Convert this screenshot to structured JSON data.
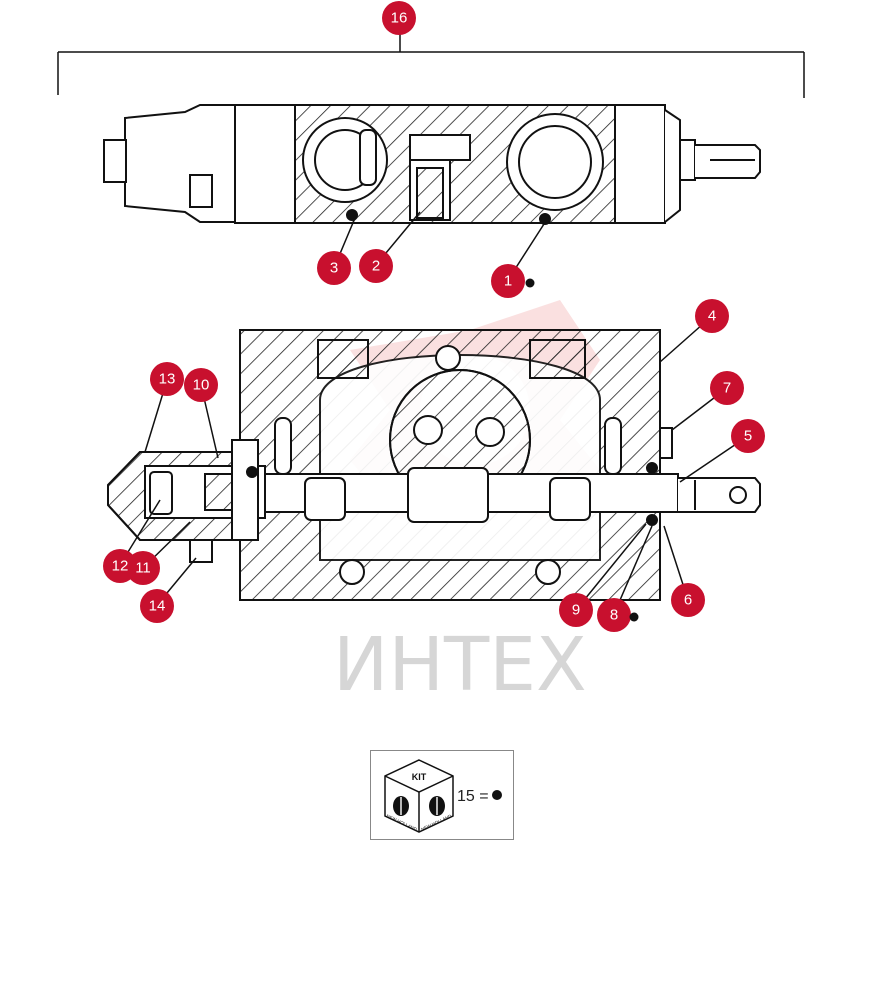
{
  "watermark": "ИНТЕХ",
  "callouts": [
    "16",
    "1",
    "2",
    "3",
    "4",
    "5",
    "6",
    "7",
    "8",
    "9",
    "10",
    "11",
    "12",
    "13",
    "14"
  ],
  "kit": {
    "badge": "KIT",
    "brand_left": "NEW HOLLAND",
    "brand_right": "NEW HOLLAND",
    "legend": "15 ="
  }
}
